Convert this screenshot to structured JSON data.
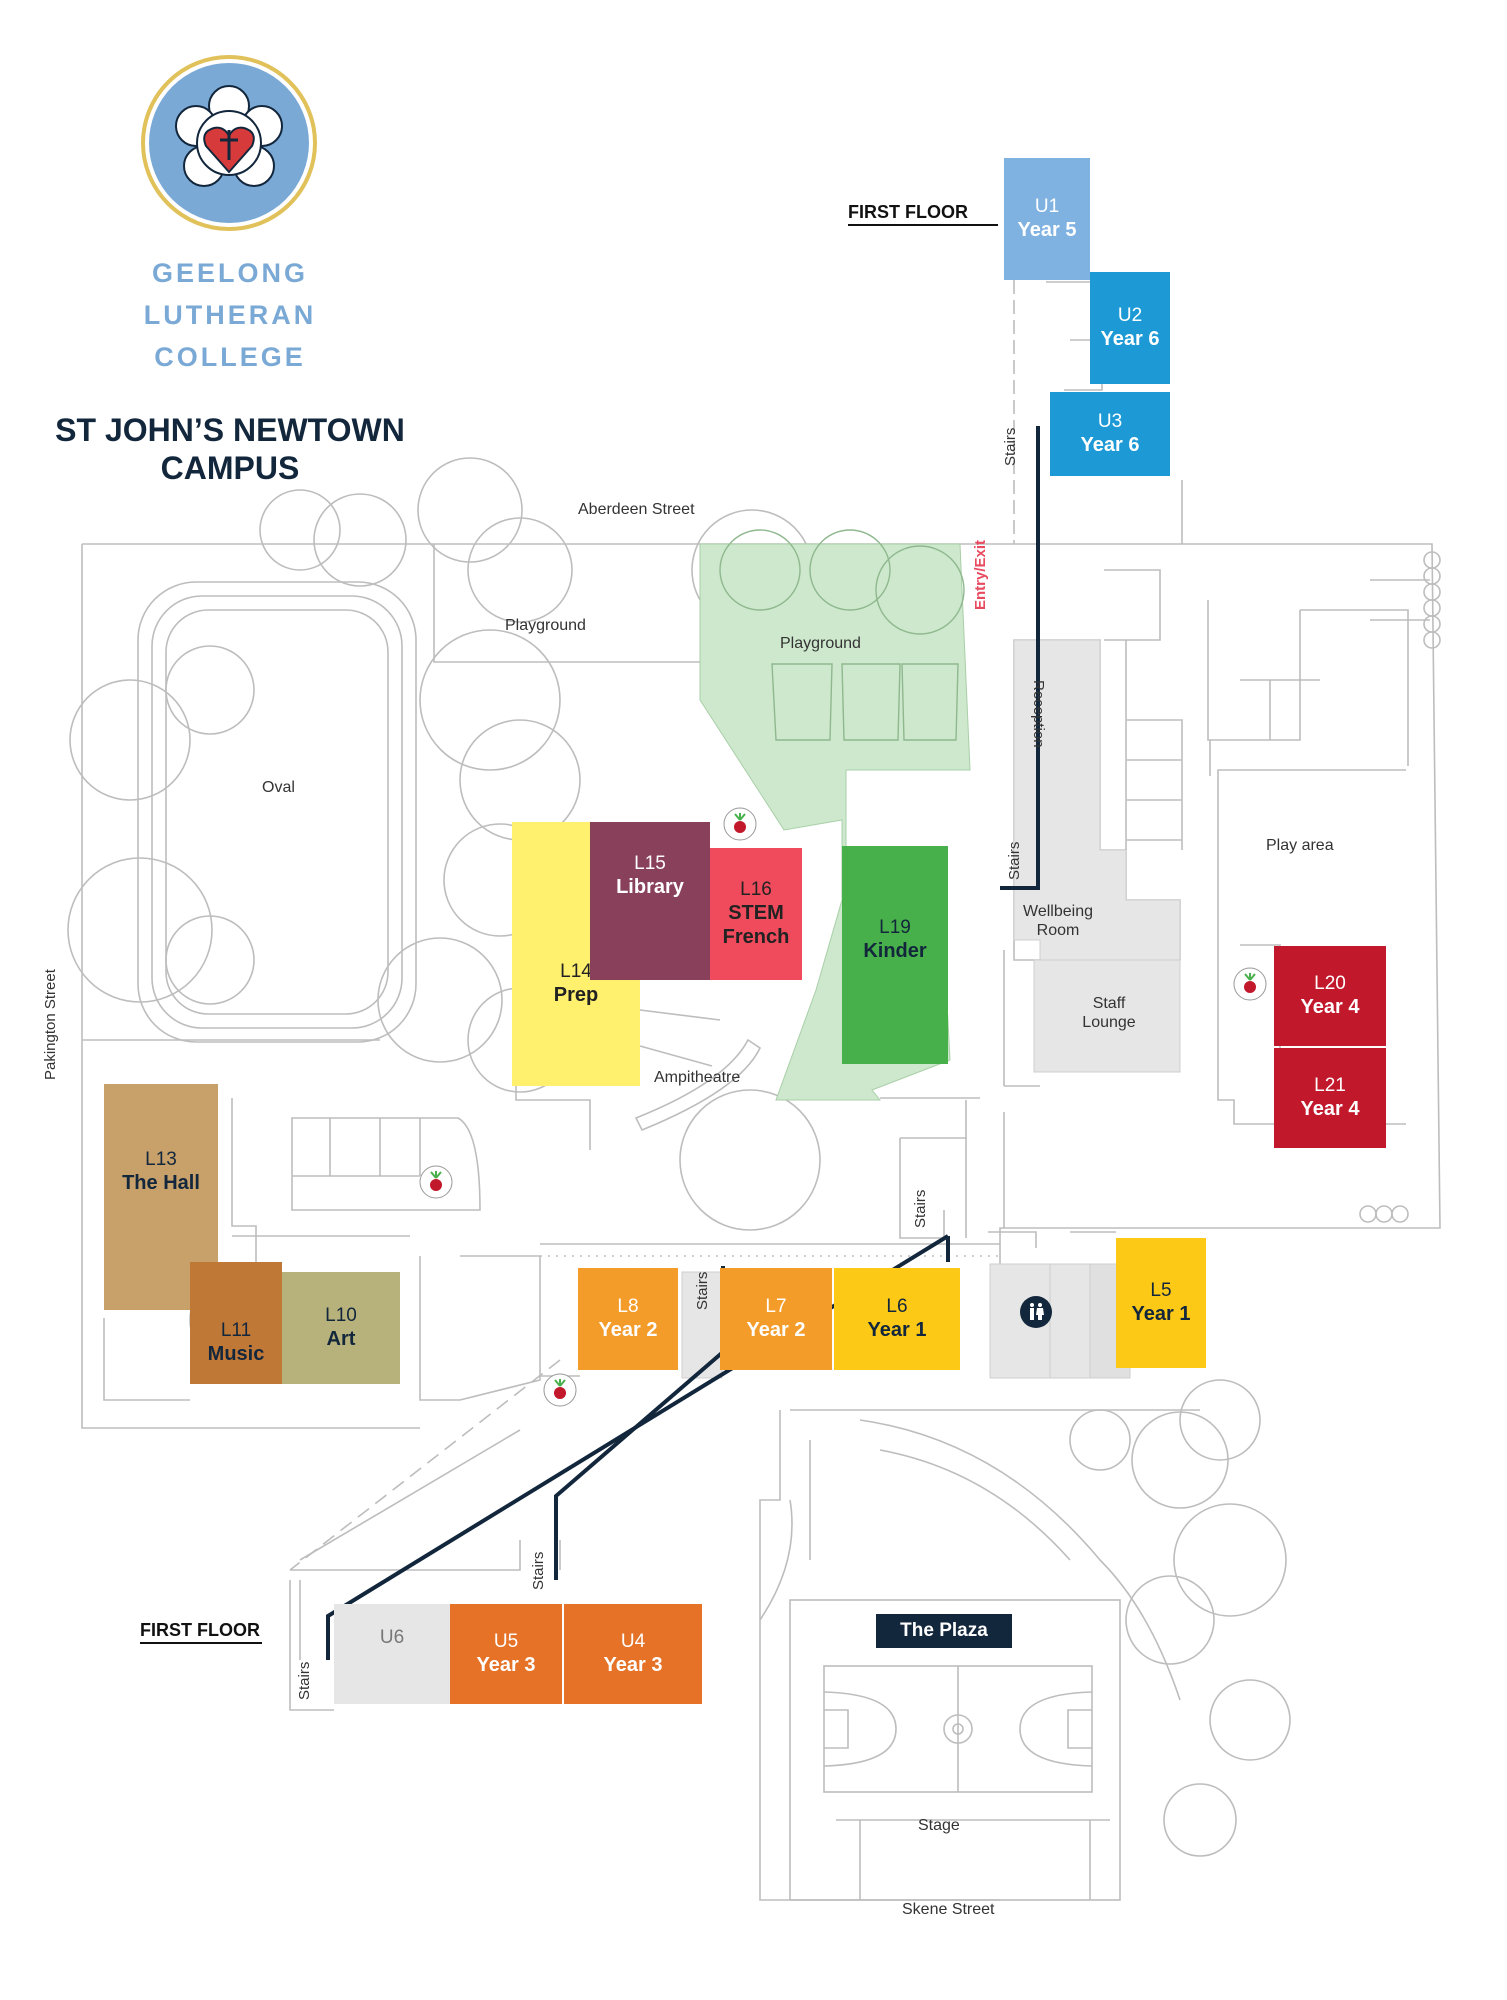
{
  "school": {
    "line1": "GEELONG",
    "line2": "LUTHERAN",
    "line3": "COLLEGE"
  },
  "campus": {
    "line1": "ST JOHN’S NEWTOWN",
    "line2": "CAMPUS"
  },
  "floor_labels": {
    "upper": "FIRST FLOOR",
    "lower": "FIRST FLOOR"
  },
  "streets": {
    "north": "Aberdeen Street",
    "west": "Pakington Street",
    "south": "Skene Street"
  },
  "areas": {
    "playground_west": "Playground",
    "playground_kinder": "Playground",
    "oval": "Oval",
    "play_area": "Play area",
    "ampitheatre": "Ampitheatre",
    "reception": "Reception",
    "wellbeing_line1": "Wellbeing",
    "wellbeing_line2": "Room",
    "staff_line1": "Staff",
    "staff_line2": "Lounge",
    "entry": "Entry/Exit",
    "stage": "Stage",
    "plaza": "The Plaza"
  },
  "stairs_label": "Stairs",
  "rooms": {
    "u1": {
      "code": "U1",
      "name": "Year 5",
      "color": "#7fb2e0"
    },
    "u2": {
      "code": "U2",
      "name": "Year 6",
      "color": "#1d9ad6"
    },
    "u3": {
      "code": "U3",
      "name": "Year 6",
      "color": "#1d9ad6"
    },
    "l15": {
      "code": "L15",
      "name": "Library",
      "color": "#89405a"
    },
    "l16": {
      "code": "L16",
      "name": "STEM",
      "name2": "French",
      "color": "#ef4b5c"
    },
    "l14": {
      "code": "L14",
      "name": "Prep",
      "color": "#fff06e"
    },
    "l19": {
      "code": "L19",
      "name": "Kinder",
      "color": "#48b04a"
    },
    "l20": {
      "code": "L20",
      "name": "Year 4",
      "color": "#c2182b"
    },
    "l21": {
      "code": "L21",
      "name": "Year 4",
      "color": "#c2182b"
    },
    "l13": {
      "code": "L13",
      "name": "The Hall",
      "color": "#c7a06a"
    },
    "l11": {
      "code": "L11",
      "name": "Music",
      "color": "#c07837"
    },
    "l10": {
      "code": "L10",
      "name": "Art",
      "color": "#b7b17c"
    },
    "l8": {
      "code": "L8",
      "name": "Year 2",
      "color": "#f39c2a"
    },
    "l7": {
      "code": "L7",
      "name": "Year 2",
      "color": "#f39c2a"
    },
    "l6": {
      "code": "L6",
      "name": "Year 1",
      "color": "#fcc917"
    },
    "l5": {
      "code": "L5",
      "name": "Year 1",
      "color": "#fcc917"
    },
    "u6": {
      "code": "U6",
      "color": "#e6e6e6"
    },
    "u5": {
      "code": "U5",
      "name": "Year 3",
      "color": "#e57227"
    },
    "u4": {
      "code": "U4",
      "name": "Year 3",
      "color": "#e57227"
    }
  },
  "colors": {
    "navy": "#12263c",
    "entry": "#e84a5f",
    "logo_blue": "#7aa9d6",
    "logo_gold": "#e1c15a",
    "green_area": "#cde8cc",
    "outline": "#bdbdbd",
    "grey": "#e6e6e6"
  },
  "icons": [
    "logo-rose-icon",
    "toilet-icon",
    "kitchen-garden-icon"
  ]
}
